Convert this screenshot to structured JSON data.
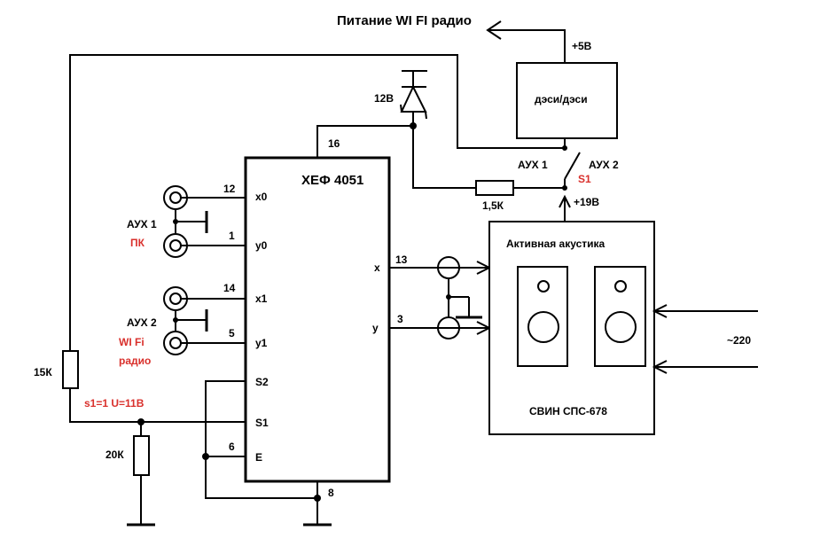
{
  "colors": {
    "line": "#000000",
    "accent_red": "#d9302c",
    "background": "#ffffff"
  },
  "labels": {
    "wifi_power": "Питание WI FI радио",
    "plus5v": "+5В",
    "dcdc": "дэси/дэси",
    "zener": "12В",
    "pin16": "16",
    "aux1_switch": "АУХ 1",
    "aux2_switch": "АУХ 2",
    "s1_switch": "S1",
    "plus19v": "+19В",
    "r_1k5": "1,5К",
    "chip_name": "ХЕФ 4051",
    "pin_x0": "x0",
    "pin_y0": "y0",
    "pin_x1": "x1",
    "pin_y1": "y1",
    "pin_s2": "S2",
    "pin_s1": "S1",
    "pin_e": "E",
    "pin_x": "x",
    "pin_y": "y",
    "num12": "12",
    "num1": "1",
    "num14": "14",
    "num5": "5",
    "num6": "6",
    "num8": "8",
    "num13": "13",
    "num3": "3",
    "aux1_in": "АУХ 1",
    "pc": "ПК",
    "aux2_in": "АУХ 2",
    "wifi": "WI Fi",
    "radio": "радио",
    "r15k": "15К",
    "r20k": "20К",
    "s1_note": "s1=1 U=11В",
    "active_speakers": "Активная акустика",
    "model": "СВИН СПС-678",
    "mains": "~220"
  }
}
